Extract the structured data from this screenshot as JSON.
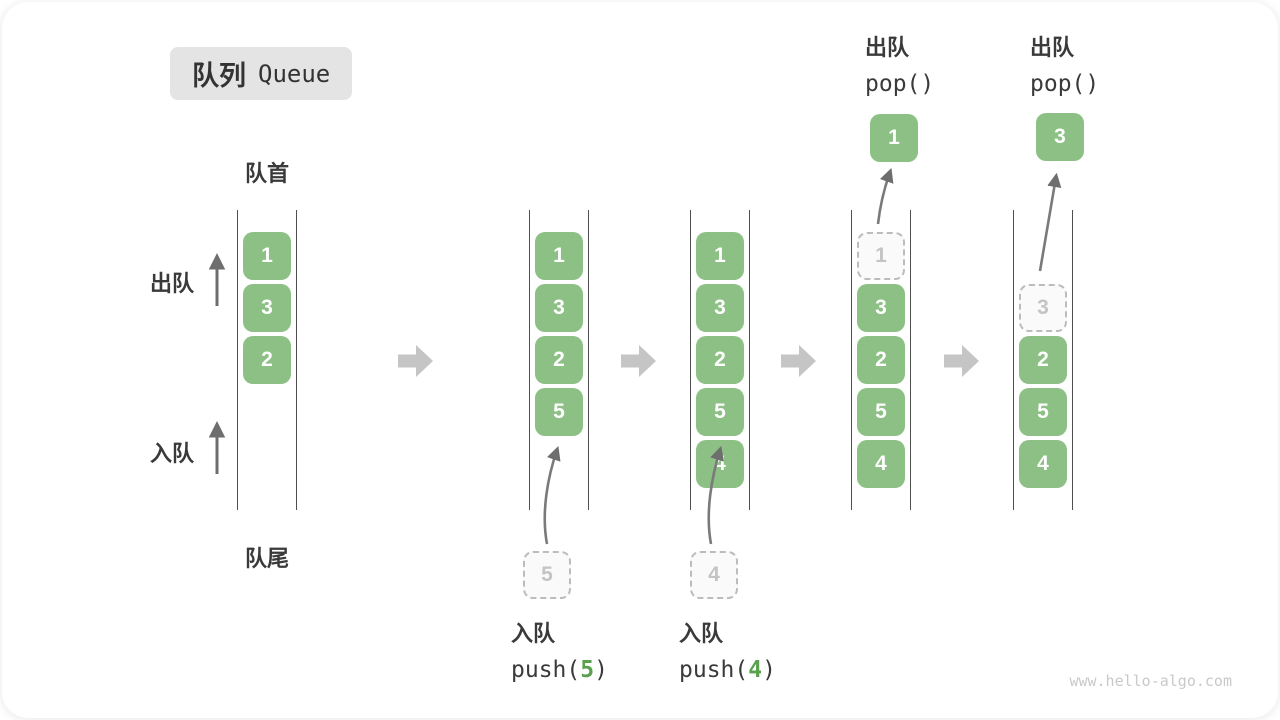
{
  "title": {
    "zh": "队列",
    "en": "Queue"
  },
  "labels": {
    "front": "队首",
    "rear": "队尾",
    "dequeue": "出队",
    "enqueue": "入队"
  },
  "states": [
    {
      "cells": [
        "1",
        "3",
        "2"
      ]
    },
    {
      "cells": [
        "1",
        "3",
        "2",
        "5"
      ],
      "incoming": "5",
      "op": {
        "action": "入队",
        "fn": "push(",
        "arg": "5",
        "close": ")"
      }
    },
    {
      "cells": [
        "1",
        "3",
        "2",
        "5",
        "4"
      ],
      "incoming": "4",
      "op": {
        "action": "入队",
        "fn": "push(",
        "arg": "4",
        "close": ")"
      }
    },
    {
      "cells": [
        "3",
        "2",
        "5",
        "4"
      ],
      "ghost": "1",
      "popped": "1",
      "op": {
        "action": "出队",
        "fn": "pop()"
      }
    },
    {
      "cells": [
        "2",
        "5",
        "4"
      ],
      "ghost": "3",
      "popped": "3",
      "op": {
        "action": "出队",
        "fn": "pop()"
      }
    }
  ],
  "watermark": "www.hello-algo.com",
  "colors": {
    "cell_green": "#8cc084",
    "code_arg_green": "#5aa04f",
    "flow_arrow_gray": "#c5c5c5",
    "wall_line": "#4f4f4f",
    "ghost_border": "#bcbcbc",
    "badge_bg": "#e4e4e4",
    "text_dark": "#3a3a3a",
    "watermark_gray": "#c9c9c9"
  }
}
